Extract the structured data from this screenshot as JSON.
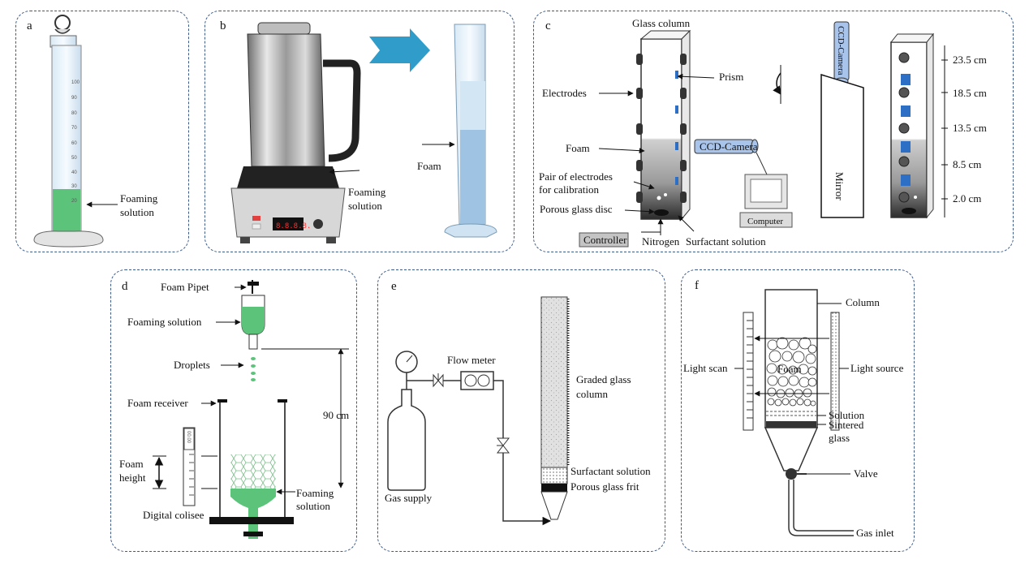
{
  "panels": {
    "a": {
      "letter": "a",
      "foaming_solution": [
        "Foaming",
        "solution"
      ],
      "scale_ticks": [
        "100",
        "90",
        "80",
        "70",
        "60",
        "50",
        "40",
        "30",
        "20"
      ]
    },
    "b": {
      "letter": "b",
      "foaming_solution": [
        "Foaming",
        "solution"
      ],
      "foam": "Foam",
      "display": "8.8.8.8."
    },
    "c": {
      "letter": "c",
      "glass_column": "Glass column",
      "electrodes": "Electrodes",
      "prism": "Prism",
      "foam": "Foam",
      "calibration": [
        "Pair of electrodes",
        "for calibration"
      ],
      "porous_disc": "Porous glass disc",
      "controller": "Controller",
      "nitrogen": "Nitrogen",
      "surfactant": "Surfactant solution",
      "ccd_camera": "CCD-Camera",
      "ccd_camera_vertical": "CCD-Camera",
      "computer": "Computer",
      "mirror": "Mirror",
      "heights": [
        "23.5 cm",
        "18.5 cm",
        "13.5 cm",
        "8.5 cm",
        "2.0 cm"
      ]
    },
    "d": {
      "letter": "d",
      "foam_pipet": "Foam Pipet",
      "foaming_solution_top": "Foaming solution",
      "droplets": "Droplets",
      "foam_receiver": "Foam receiver",
      "foam_height": [
        "Foam",
        "height"
      ],
      "distance": "90 cm",
      "foaming_solution_bottom": [
        "Foaming",
        "solution"
      ],
      "digital_colisee": "Digital colisee",
      "colisee_readout": "00.00"
    },
    "e": {
      "letter": "e",
      "flow_meter": "Flow meter",
      "graded_column": [
        "Graded glass",
        "column"
      ],
      "surfactant": "Surfactant solution",
      "porous_frit": "Porous glass frit",
      "gas_supply": "Gas supply"
    },
    "f": {
      "letter": "f",
      "column": "Column",
      "light_scan": "Light scan",
      "foam": "Foam",
      "light_source": "Light source",
      "solution": "Solution",
      "sintered_glass": [
        "Sintered",
        "glass"
      ],
      "valve": "Valve",
      "gas_inlet": "Gas inlet"
    }
  },
  "colors": {
    "panel_border": "#3b5a8a",
    "foaming_liquid": "#5cc47a",
    "arrow_blue": "#2f9cc9",
    "foam_blue": "#9fc3e2",
    "ccd_blue": "#a9c4ea"
  }
}
